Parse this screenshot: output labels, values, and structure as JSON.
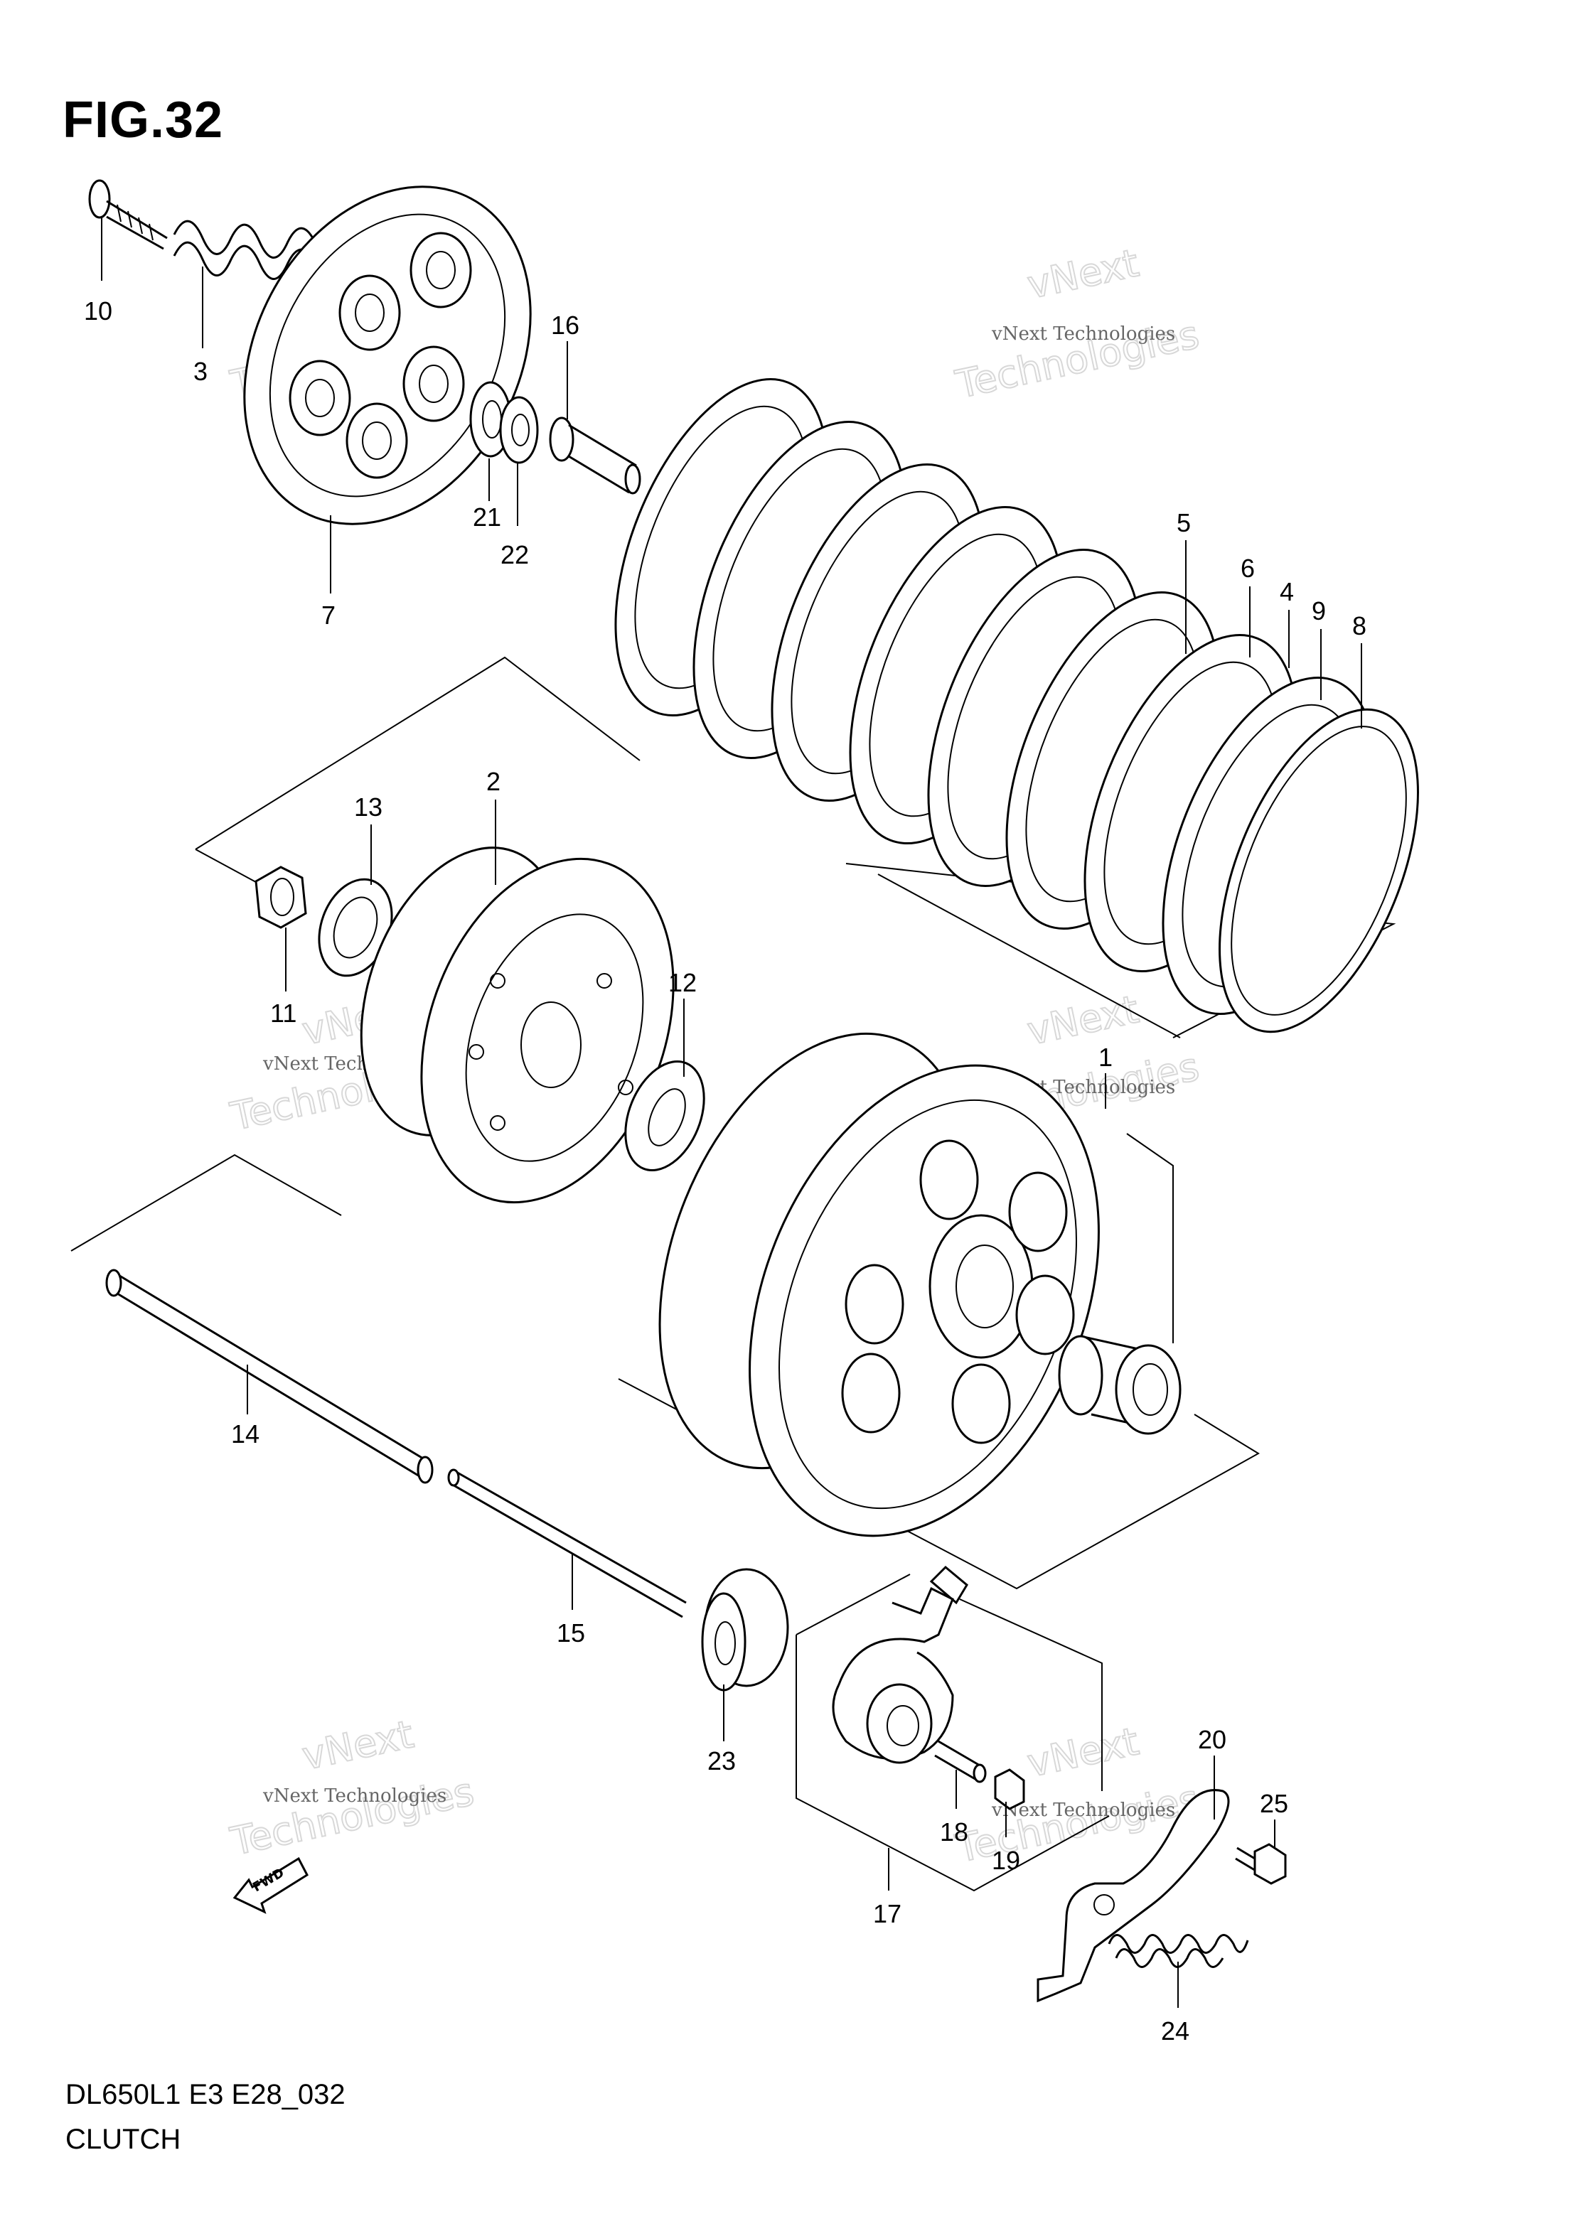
{
  "figure": {
    "title": "FIG.32"
  },
  "footer": {
    "code": "DL650L1 E3 E28_032",
    "name": "CLUTCH"
  },
  "watermark": {
    "line1": "vNext Technologies",
    "line2": "vNext",
    "line3": "Technologies"
  },
  "fwd_arrow": {
    "label": "FWD"
  },
  "callouts": [
    {
      "id": "c10",
      "label": "10"
    },
    {
      "id": "c3",
      "label": "3"
    },
    {
      "id": "c7",
      "label": "7"
    },
    {
      "id": "c16",
      "label": "16"
    },
    {
      "id": "c21",
      "label": "21"
    },
    {
      "id": "c22",
      "label": "22"
    },
    {
      "id": "c5",
      "label": "5"
    },
    {
      "id": "c6",
      "label": "6"
    },
    {
      "id": "c4",
      "label": "4"
    },
    {
      "id": "c9",
      "label": "9"
    },
    {
      "id": "c8",
      "label": "8"
    },
    {
      "id": "c2",
      "label": "2"
    },
    {
      "id": "c13",
      "label": "13"
    },
    {
      "id": "c11",
      "label": "11"
    },
    {
      "id": "c12",
      "label": "12"
    },
    {
      "id": "c1",
      "label": "1"
    },
    {
      "id": "c14",
      "label": "14"
    },
    {
      "id": "c15",
      "label": "15"
    },
    {
      "id": "c23",
      "label": "23"
    },
    {
      "id": "c18",
      "label": "18"
    },
    {
      "id": "c19",
      "label": "19"
    },
    {
      "id": "c17",
      "label": "17"
    },
    {
      "id": "c20",
      "label": "20"
    },
    {
      "id": "c25",
      "label": "25"
    },
    {
      "id": "c24",
      "label": "24"
    }
  ]
}
